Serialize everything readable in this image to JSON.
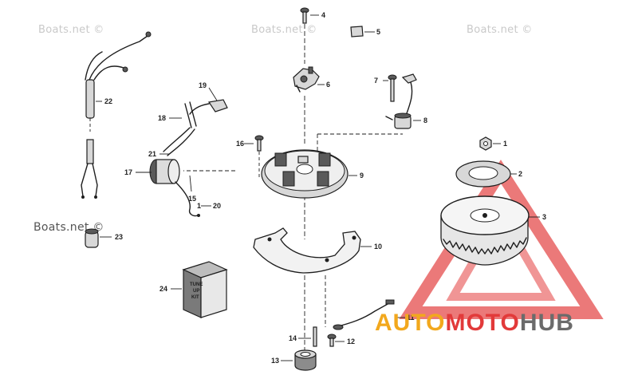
{
  "watermarks": [
    "Boats.net ©",
    "Boats.net ©",
    "Boats.net ©",
    "Boats.net ©"
  ],
  "parts": [
    {
      "ref": "1"
    },
    {
      "ref": "2"
    },
    {
      "ref": "3"
    },
    {
      "ref": "4"
    },
    {
      "ref": "5"
    },
    {
      "ref": "6"
    },
    {
      "ref": "7"
    },
    {
      "ref": "8"
    },
    {
      "ref": "9"
    },
    {
      "ref": "10"
    },
    {
      "ref": "11"
    },
    {
      "ref": "12"
    },
    {
      "ref": "13"
    },
    {
      "ref": "14"
    },
    {
      "ref": "15"
    },
    {
      "ref": "16"
    },
    {
      "ref": "17"
    },
    {
      "ref": "18"
    },
    {
      "ref": "19"
    },
    {
      "ref": "20"
    },
    {
      "ref": "21"
    },
    {
      "ref": "22"
    },
    {
      "ref": "23"
    },
    {
      "ref": "24"
    }
  ],
  "tune_up_kit": {
    "line1": "TUNE",
    "line2": "UP",
    "line3": "KIT"
  },
  "logo": {
    "part1": "AUTO",
    "part2": "MOTO",
    "part3": "HUB",
    "triangle_color": "#e23a3a",
    "accent_color": "#f2a81d",
    "text_grey": "#6b6b6b"
  }
}
